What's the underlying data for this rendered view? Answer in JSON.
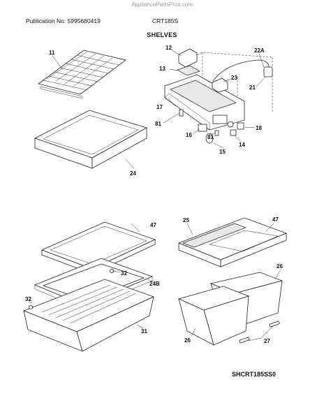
{
  "watermark": "AppliancePartsPros.com",
  "header": {
    "publication": "Publication No: 5995680419",
    "model": "CRT185S"
  },
  "section_title": "SHELVES",
  "footer_code": "SHCRT185SS0",
  "callouts": {
    "c11": "11",
    "c12": "12",
    "c13": "13",
    "c22a": "22A",
    "c23": "23",
    "c21": "21",
    "c17": "17",
    "c81a": "81",
    "c16": "16",
    "c81b": "81",
    "c18": "18",
    "c14": "14",
    "c15": "15",
    "c24": "24",
    "c47a": "47",
    "c32a": "32",
    "c24b": "24B",
    "c32b": "32",
    "c31": "31",
    "c25": "25",
    "c47b": "47",
    "c26a": "26",
    "c26b": "26",
    "c27": "27"
  }
}
